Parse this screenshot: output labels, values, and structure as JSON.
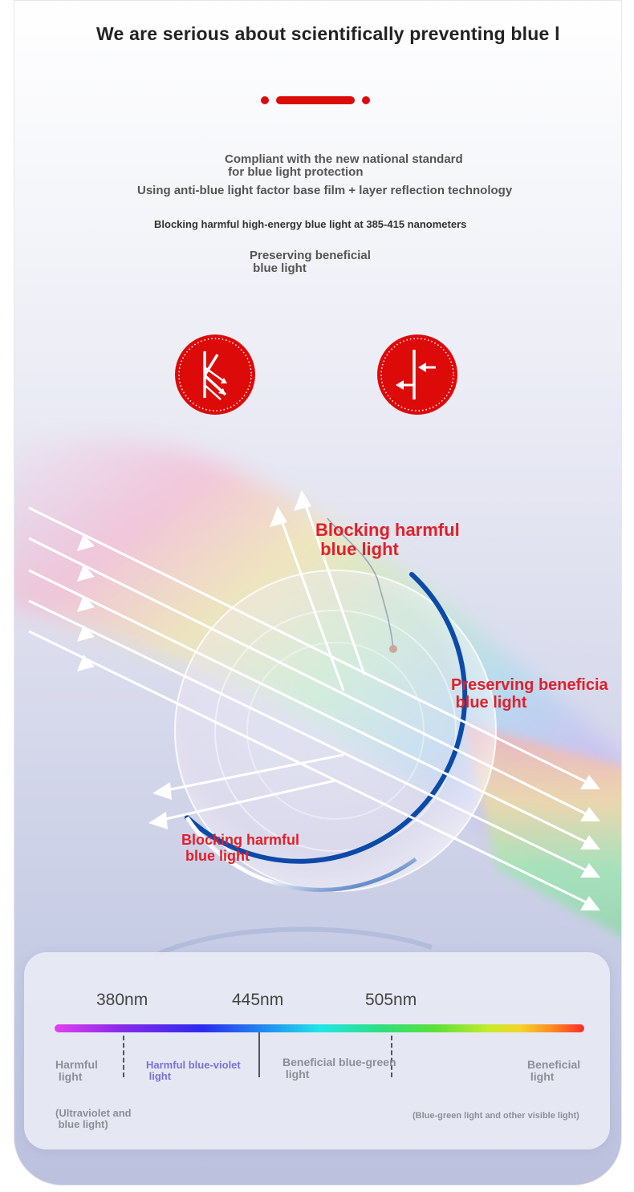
{
  "header": {
    "title": "We are serious about scientifically preventing blue l"
  },
  "intro": {
    "line1": "Compliant with the new national standard\n for blue light protection",
    "line2": "Using anti-blue light factor base film + layer reflection technology",
    "line3": "Blocking harmful high-energy blue light at 385-415 nanometers",
    "line4": "Preserving beneficial\n blue light"
  },
  "icons": {
    "left": "reflect-arrows-icon",
    "right": "transmit-arrows-icon",
    "color": "#dd0a0a"
  },
  "diagram": {
    "label_top": "Blocking harmful\n blue light",
    "label_right": "Preserving beneficia\n blue light",
    "label_bottom": "Blocking harmful\n blue light",
    "label_color": "#e0202a"
  },
  "spectrum": {
    "ticks": [
      "380nm",
      "445nm",
      "505nm"
    ],
    "harmful": "Harmful\n light",
    "harmful_bv": "Harmful blue-violet\n light",
    "beneficial_bg": "Beneficial blue-green\n light",
    "beneficial": "Beneficial\n light",
    "uv_note": "(Ultraviolet and\n blue light)",
    "bg_note": "(Blue-green light and other visible light)"
  }
}
